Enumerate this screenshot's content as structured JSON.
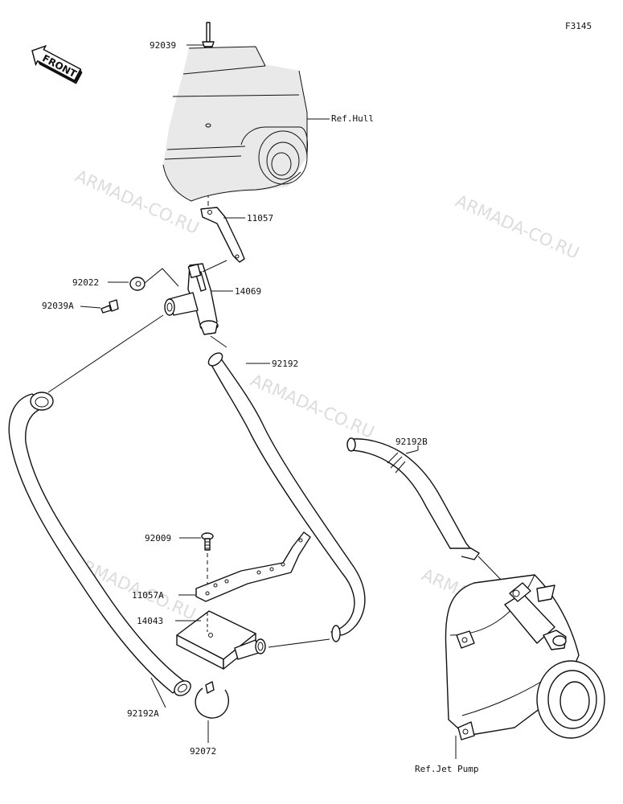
{
  "figure_code": "F3145",
  "front_label": "FRONT",
  "watermark": "ARMADA-CO.RU",
  "callouts": {
    "c92039": "92039",
    "ref_hull": "Ref.Hull",
    "c11057": "11057",
    "c92022": "92022",
    "c14069": "14069",
    "c92039a": "92039A",
    "c92192": "92192",
    "c92192b": "92192B",
    "c92009": "92009",
    "c11057a": "11057A",
    "c14043": "14043",
    "c92192a": "92192A",
    "c92072": "92072",
    "ref_jet_pump": "Ref.Jet Pump"
  }
}
